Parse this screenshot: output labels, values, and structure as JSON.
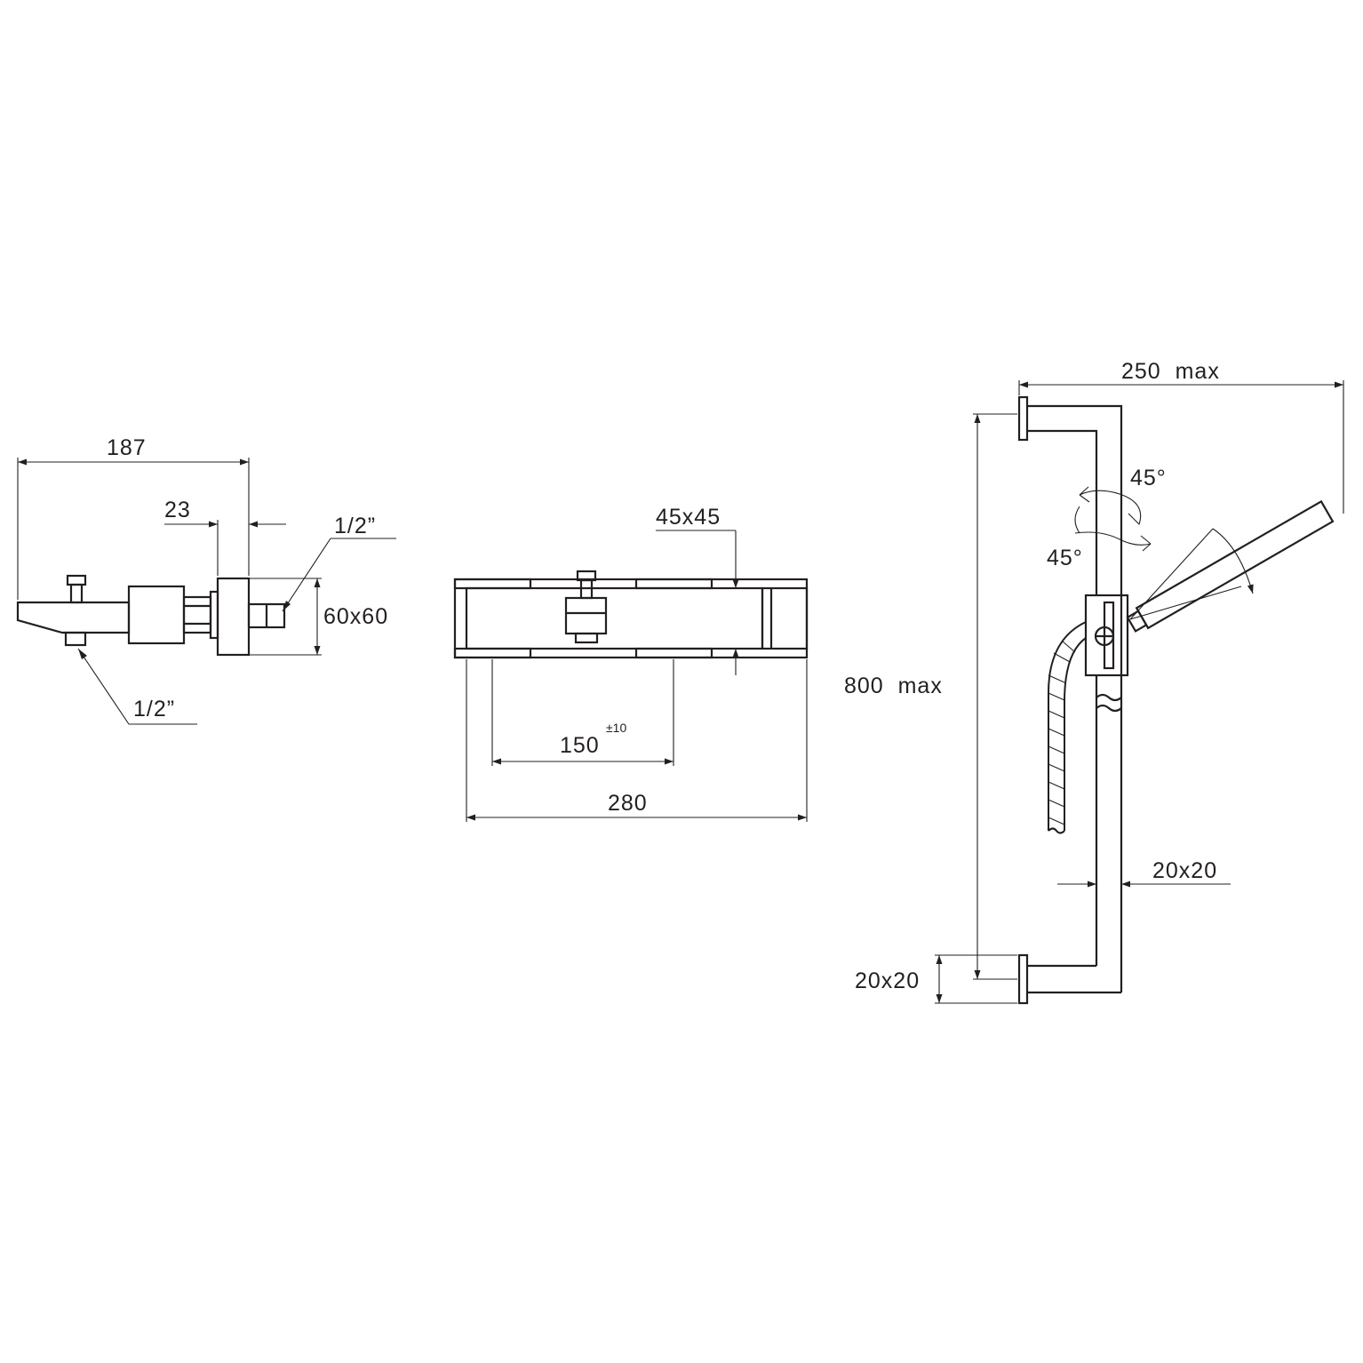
{
  "side_view": {
    "overall_length": "187",
    "offset": "23",
    "inlet_thread": "1/2”",
    "outlet_thread": "1/2”",
    "body_section": "60x60"
  },
  "front_view": {
    "handle_section": "45x45",
    "center_distance": "150",
    "center_tolerance": "±10",
    "overall_width": "280"
  },
  "slide_bar": {
    "projection": "250  max",
    "height": "800  max",
    "bar_section": "20x20",
    "bracket_section": "20x20",
    "tilt_up": "45°",
    "tilt_down": "45°"
  }
}
